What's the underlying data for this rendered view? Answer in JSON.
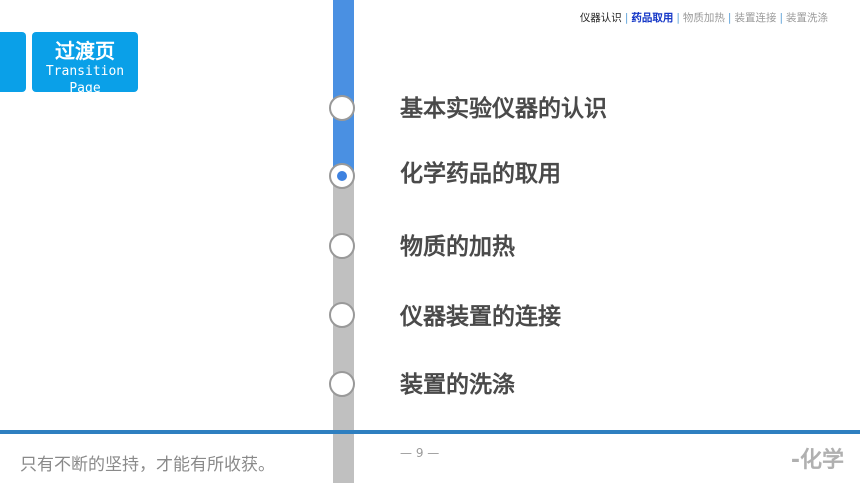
{
  "nav": {
    "items": [
      {
        "label": "仪器认识",
        "state": "normal"
      },
      {
        "label": "药品取用",
        "state": "current"
      },
      {
        "label": "物质加热",
        "state": "muted"
      },
      {
        "label": "装置连接",
        "state": "muted"
      },
      {
        "label": "装置洗涤",
        "state": "muted"
      }
    ],
    "separator": "|"
  },
  "header": {
    "title_zh": "过渡页",
    "title_en": "Transition Page"
  },
  "timeline": {
    "topics": [
      {
        "label": "基本实验仪器的认识",
        "active": false
      },
      {
        "label": "化学药品的取用",
        "active": true
      },
      {
        "label": "物质的加热",
        "active": false
      },
      {
        "label": "仪器装置的连接",
        "active": false
      },
      {
        "label": "装置的洗涤",
        "active": false
      }
    ],
    "colors": {
      "progress": "#4a90e2",
      "track": "#c0c0c0"
    }
  },
  "footer": {
    "motto": "只有不断的坚持，才能有所收获。",
    "page": "— 9 —",
    "subject": "-化学"
  },
  "colors": {
    "accent": "#0aa0e8",
    "rule": "#2e7fc0",
    "current_nav": "#1537c7"
  }
}
